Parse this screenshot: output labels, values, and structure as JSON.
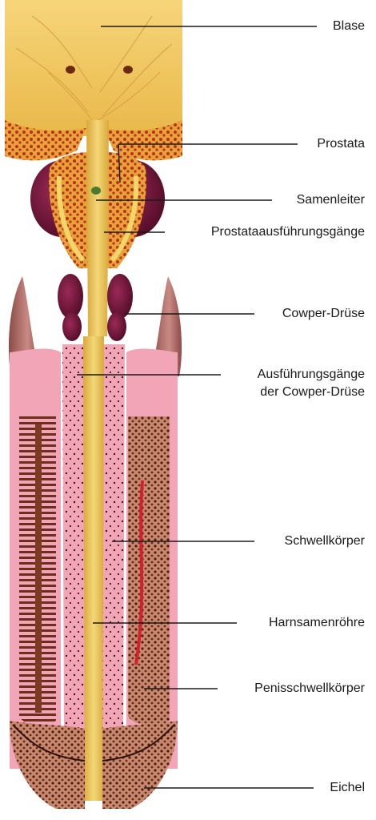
{
  "labels": [
    {
      "id": "blase",
      "text": "Blase"
    },
    {
      "id": "prostata",
      "text": "Prostata"
    },
    {
      "id": "samenleiter",
      "text": "Samenleiter"
    },
    {
      "id": "prostataausfuehrungsgaenge",
      "text": "Prostataausführungsgänge"
    },
    {
      "id": "cowper-druese",
      "text": "Cowper-Drüse"
    },
    {
      "id": "ausfuehrungsgaenge-line1",
      "text": "Ausführungsgänge"
    },
    {
      "id": "ausfuehrungsgaenge-line2",
      "text": "der Cowper-Drüse"
    },
    {
      "id": "schwellkoerper",
      "text": "Schwellkörper"
    },
    {
      "id": "harnsamenroehre",
      "text": "Harnsamenröhre"
    },
    {
      "id": "penisschwellkoerper",
      "text": "Penisschwellkörper"
    },
    {
      "id": "eichel",
      "text": "Eichel"
    }
  ],
  "colors": {
    "bladder": "#f2c75a",
    "bladder_light": "#f8dc88",
    "prostate_gland": "#6b0f33",
    "prostate_tissue": "#e7a23a",
    "tissue_red": "#c23a22",
    "pink": "#f2a5b7",
    "pink_light": "#f7c3cf",
    "skin": "#b5706c",
    "spongy": "#7a3b22",
    "urethra": "#e9c24a",
    "vessel": "#d32030",
    "leader": "#1a1a1a"
  }
}
